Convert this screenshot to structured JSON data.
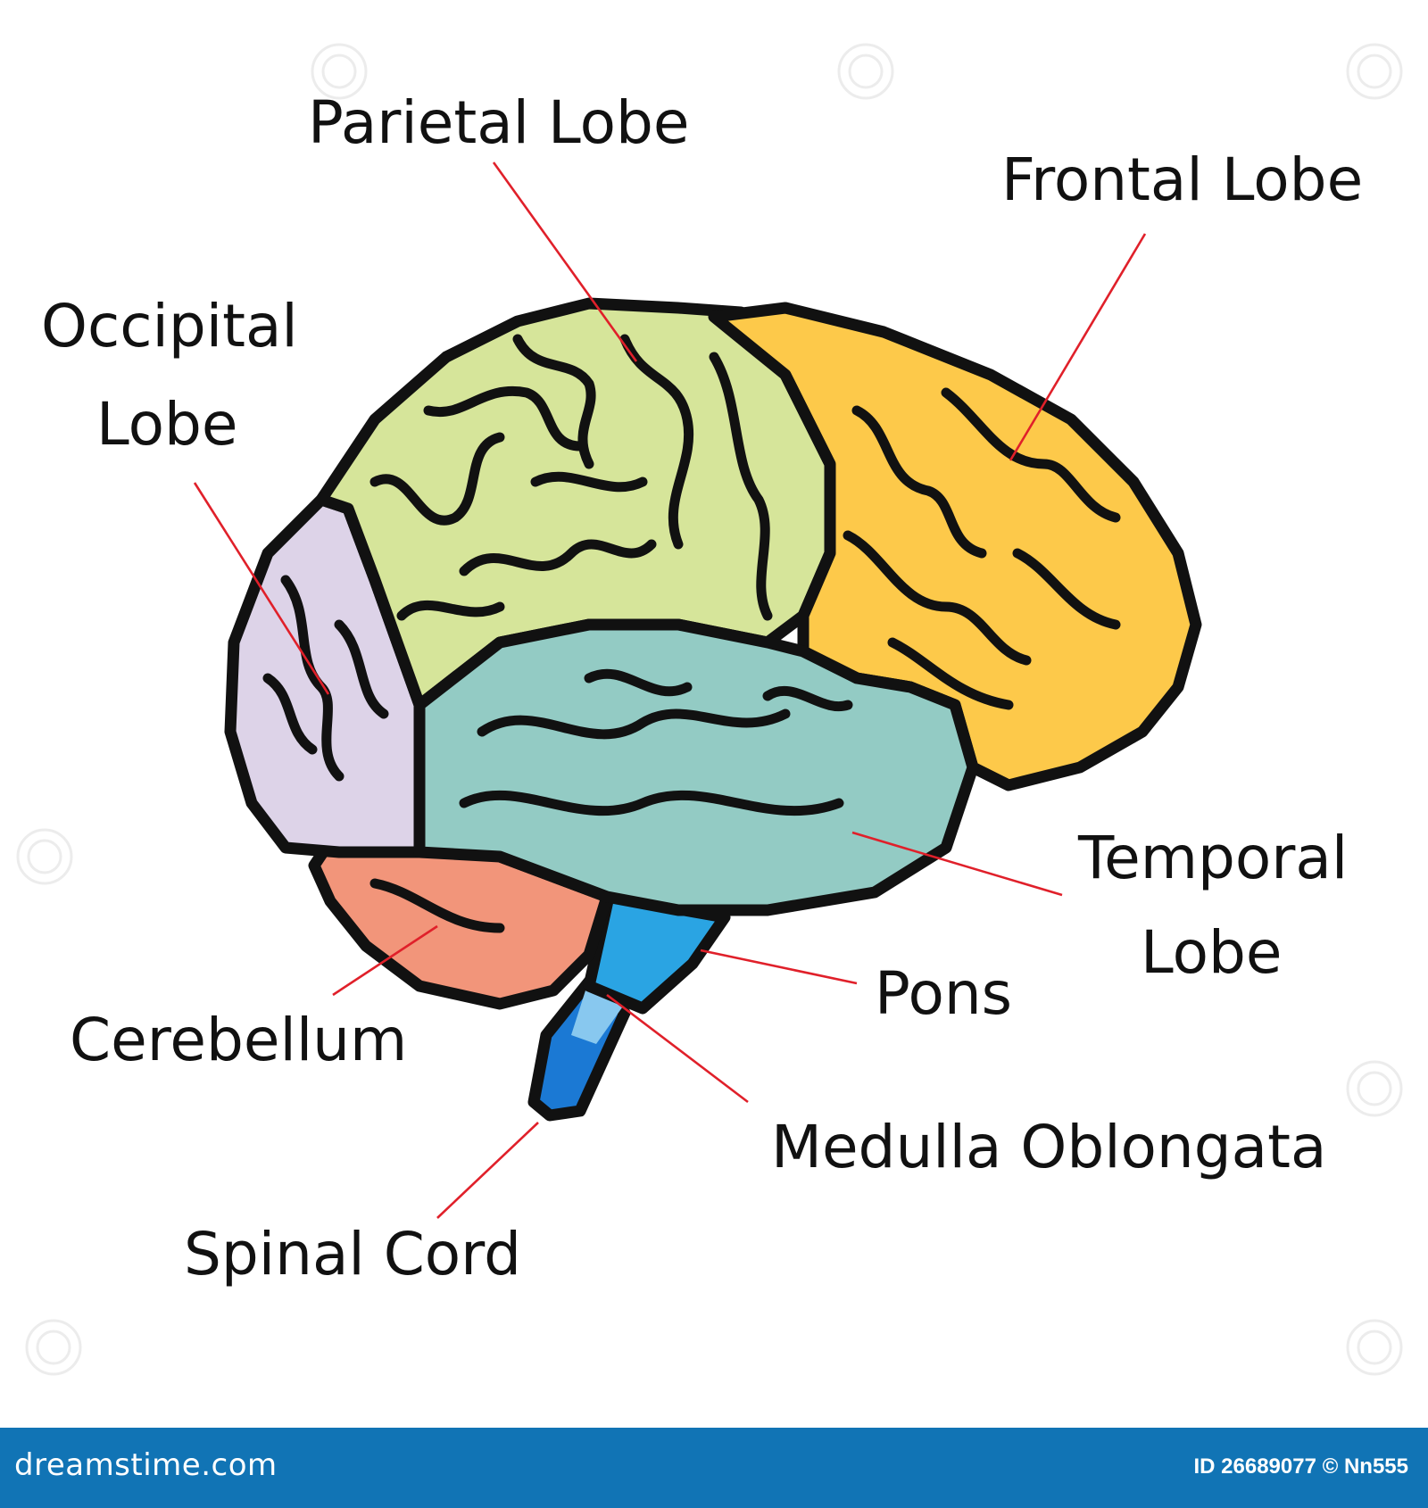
{
  "labels": {
    "parietal": "Parietal Lobe",
    "frontal": "Frontal Lobe",
    "occipital_line1": "Occipital",
    "occipital_line2": "Lobe",
    "temporal_line1": "Temporal",
    "temporal_line2": "Lobe",
    "pons": "Pons",
    "cerebellum": "Cerebellum",
    "medulla": "Medulla Oblongata",
    "spinal_cord": "Spinal Cord"
  },
  "colors": {
    "parietal": "#d6e59a",
    "frontal": "#fdc94a",
    "occipital": "#ddd3e8",
    "temporal": "#93cbc4",
    "cerebellum": "#f2957a",
    "pons": "#2aa4e3",
    "medulla": "#88c8ef",
    "spinal_cord": "#1b79d4",
    "leader_line": "#e0202a",
    "outline": "#111111",
    "footer_bar": "#1174b5"
  },
  "footer": {
    "brand": "dreamstime.com",
    "id_text": "ID 26689077 © Nn555"
  }
}
